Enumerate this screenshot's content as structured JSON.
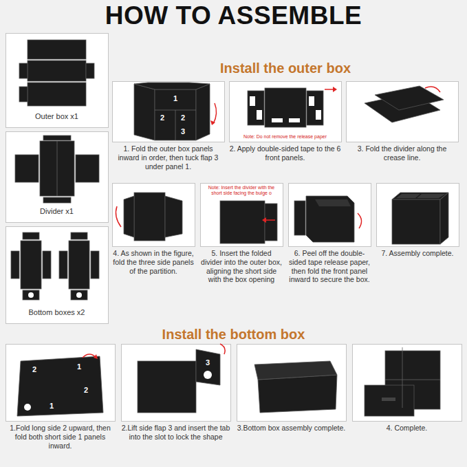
{
  "diagram": {
    "title": "HOW TO ASSEMBLE",
    "nodes": [
      {
        "text": [
          "Outer box x1"
        ]
      },
      {
        "text": [
          "Divider x1"
        ]
      },
      {
        "text": [
          "Bottom boxes x2"
        ]
      },
      {
        "text": [
          "1. Fold the outer box panels inward in order, then tuck flap 3 under panel 1."
        ]
      },
      {
        "text": [
          "Note: Do not remove the release paper",
          "2. Apply double-sided tape to the 6 front panels."
        ]
      },
      {
        "text": [
          "3. Fold the divider along the crease line."
        ]
      },
      {
        "text": [
          "4. As shown in the figure, fold the three side panels of the partition."
        ]
      },
      {
        "text": [
          "Note: Insert the divider with the short side facing the bulge o",
          "5. Insert the folded divider into the outer box, aligning the short side with the box opening"
        ]
      },
      {
        "text": [
          "6. Peel off the double-sided tape release paper, then fold the front panel inward to secure the box."
        ]
      },
      {
        "text": [
          "7. Assembly complete."
        ]
      },
      {
        "text": [
          "1.Fold long side 2 upward, then fold both short side 1 panels inward."
        ]
      },
      {
        "text": [
          "2.Lift side flap 3 and insert the tab into the slot to lock the shape"
        ]
      },
      {
        "text": [
          "3.Bottom box assembly complete."
        ]
      },
      {
        "text": [
          "4. Complete."
        ]
      }
    ],
    "labels": [
      "Install the outer box",
      "1",
      "2",
      "2",
      "3",
      "Install the bottom box",
      "2",
      "1",
      "2",
      "1",
      "3"
    ]
  }
}
